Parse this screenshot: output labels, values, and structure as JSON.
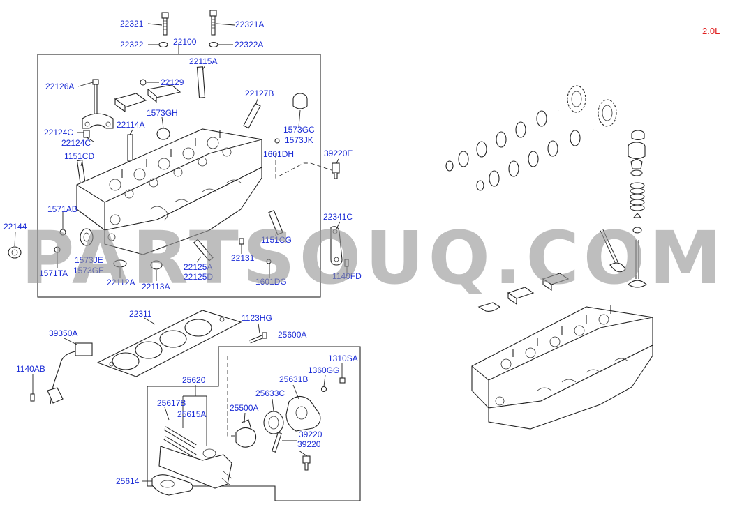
{
  "variant_label": "2.0L",
  "watermark": "PARTSOUQ.COM",
  "colors": {
    "label": "#1a2bd6",
    "variant": "#e02020",
    "line": "#222222"
  },
  "labels": {
    "p22321": "22321",
    "p22321A": "22321A",
    "p22322": "22322",
    "p22100": "22100",
    "p22322A": "22322A",
    "p22115A": "22115A",
    "p22126A": "22126A",
    "p22129": "22129",
    "p22127B": "22127B",
    "p1573GH": "1573GH",
    "p22114A": "22114A",
    "p22124C_a": "22124C",
    "p22124C_b": "22124C",
    "p1573GC": "1573GC",
    "p1573JK": "1573JK",
    "p1601DH": "1601DH",
    "p39220E": "39220E",
    "p1151CD": "1151CD",
    "p1571AB": "1571AB",
    "p22144": "22144",
    "p22341C": "22341C",
    "p1151CG": "1151CG",
    "p1573JE": "1573JE",
    "p1573GE": "1573GE",
    "p1571TA": "1571TA",
    "p22131": "22131",
    "p22125A": "22125A",
    "p22125D": "22125D",
    "p22112A": "22112A",
    "p22113A": "22113A",
    "p1601DG": "1601DG",
    "p1140FD": "1140FD",
    "p22311": "22311",
    "p1123HG": "1123HG",
    "p25600A": "25600A",
    "p39350A": "39350A",
    "p1310SA": "1310SA",
    "p1140AB": "1140AB",
    "p1360GG": "1360GG",
    "p25620": "25620",
    "p25631B": "25631B",
    "p25633C": "25633C",
    "p25617B": "25617B",
    "p25615A": "25615A",
    "p25500A": "25500A",
    "p39220_a": "39220",
    "p39220_b": "39220",
    "p25614": "25614"
  }
}
